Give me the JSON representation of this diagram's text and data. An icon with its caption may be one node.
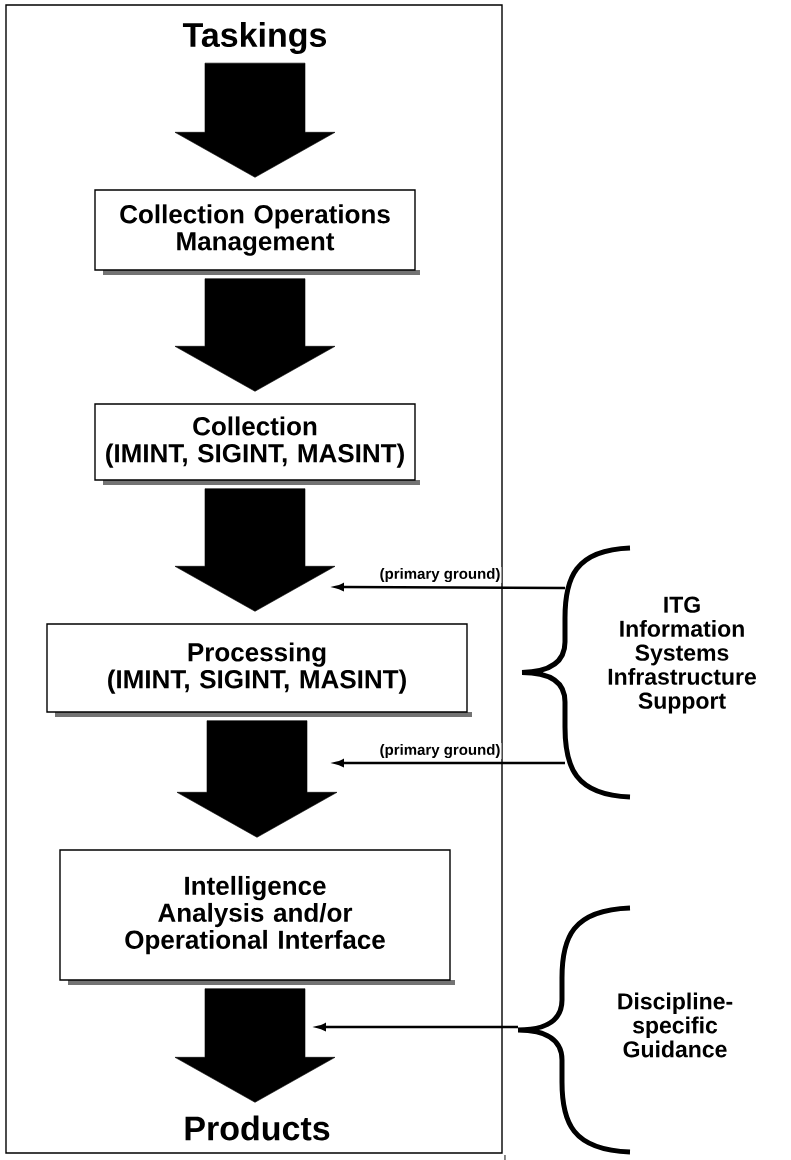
{
  "diagram": {
    "nodes": [
      {
        "text": [],
        "shape": "box"
      },
      {
        "text": [
          "Taskings"
        ],
        "in": 0
      },
      {
        "text": [
          "Collection Operations Management"
        ],
        "in": 0
      },
      {
        "text": [
          "Collection",
          "(IMINT, SIGINT, MASINT)"
        ],
        "in": 0
      },
      {
        "text": [
          "Processing",
          "(IMINT, SIGINT, MASINT)"
        ],
        "in": 0
      },
      {
        "text": [
          "Intelligence Analysis and/or Operational Interface"
        ],
        "in": 0
      },
      {
        "text": [
          "Products"
        ],
        "in": 0
      },
      {
        "text": [
          "ITG Information Systems Infrastructure Support"
        ]
      },
      {
        "text": [
          "Discipline-specific Guidance"
        ]
      }
    ],
    "edges": [
      {
        "from": 1,
        "to": 2,
        "arrow": "to"
      },
      {
        "from": 2,
        "to": 3,
        "arrow": "to"
      },
      {
        "from": 3,
        "to": 4,
        "arrow": "to"
      },
      {
        "from": 4,
        "to": 5,
        "arrow": "to"
      },
      {
        "from": 5,
        "to": 6,
        "arrow": "to"
      },
      {
        "from": 7,
        "to": null,
        "arrow": "to",
        "label": "(primary ground)"
      },
      {
        "from": 7,
        "to": null,
        "arrow": "to",
        "label": "(primary ground)"
      },
      {
        "from": 8,
        "to": null,
        "arrow": "to"
      }
    ]
  }
}
